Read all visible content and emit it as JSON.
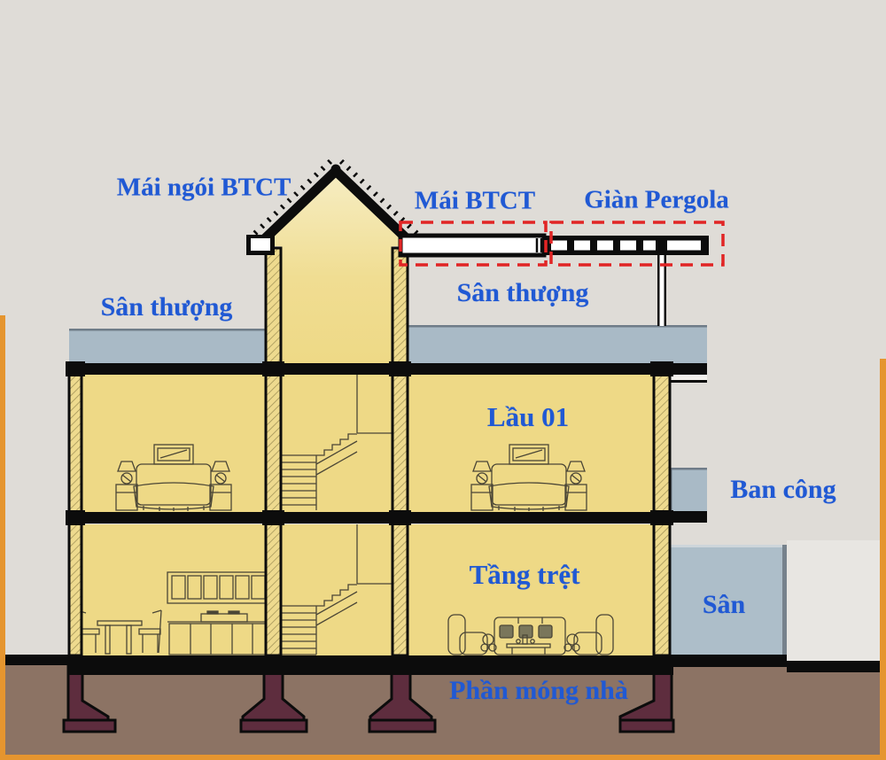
{
  "diagram": {
    "type": "architectural-cross-section",
    "labels": {
      "roof_tile": "Mái ngói BTCT",
      "roof_flat": "Mái BTCT",
      "pergola": "Giàn Pergola",
      "terrace_left": "Sân thượng",
      "terrace_right": "Sân thượng",
      "floor1": "Lầu 01",
      "balcony": "Ban công",
      "ground_floor": "Tầng trệt",
      "yard": "Sân",
      "foundation": "Phần móng nhà"
    },
    "colors": {
      "background": "#dfdcd7",
      "wall_yellow": "#eed986",
      "attic_yellow_light": "#f6edc2",
      "slab_gray": "#a9bac6",
      "yard_gray": "#adbec9",
      "ground_brown": "#8c7364",
      "footing_maroon": "#5e2d3e",
      "frame_orange": "#e5952f",
      "label_blue": "#2059d4",
      "highlight_red": "#e12525",
      "line_black": "#0c0c0c"
    }
  }
}
